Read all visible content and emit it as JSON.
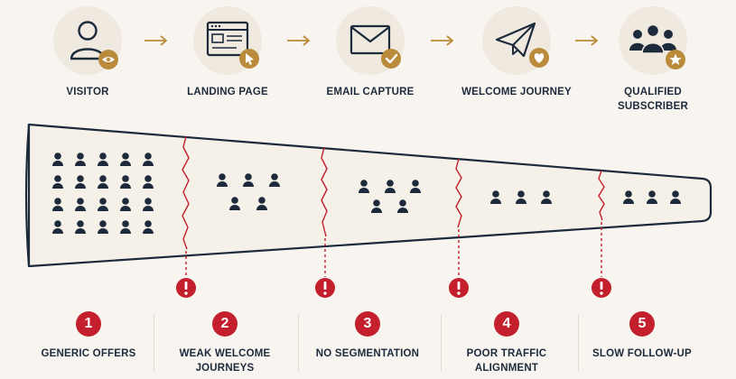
{
  "colors": {
    "navy": "#1c2a3c",
    "gold": "#b98b3a",
    "red": "#c41f2c",
    "circle_bg": "#efe9df",
    "funnel_fill": "#f5f0e8",
    "background": "#f8f5f0"
  },
  "stages": [
    {
      "label": "VISITOR",
      "icon": "user-with-eye-badge-icon"
    },
    {
      "label": "LANDING PAGE",
      "icon": "browser-with-cursor-badge-icon"
    },
    {
      "label": "EMAIL CAPTURE",
      "icon": "envelope-with-check-badge-icon"
    },
    {
      "label": "WELCOME JOURNEY",
      "icon": "paper-plane-with-heart-badge-icon"
    },
    {
      "label": "QUALIFIED\nSUBSCRIBER",
      "icon": "group-with-star-badge-icon"
    }
  ],
  "funnel": {
    "segment_people_counts": [
      20,
      5,
      5,
      3,
      3
    ]
  },
  "alert_icon": "exclamation-icon",
  "issues": [
    {
      "number": "1",
      "label": "GENERIC OFFERS"
    },
    {
      "number": "2",
      "label": "WEAK WELCOME\nJOURNEYS"
    },
    {
      "number": "3",
      "label": "NO SEGMENTATION"
    },
    {
      "number": "4",
      "label": "POOR TRAFFIC\nALIGNMENT"
    },
    {
      "number": "5",
      "label": "SLOW FOLLOW-UP"
    }
  ]
}
